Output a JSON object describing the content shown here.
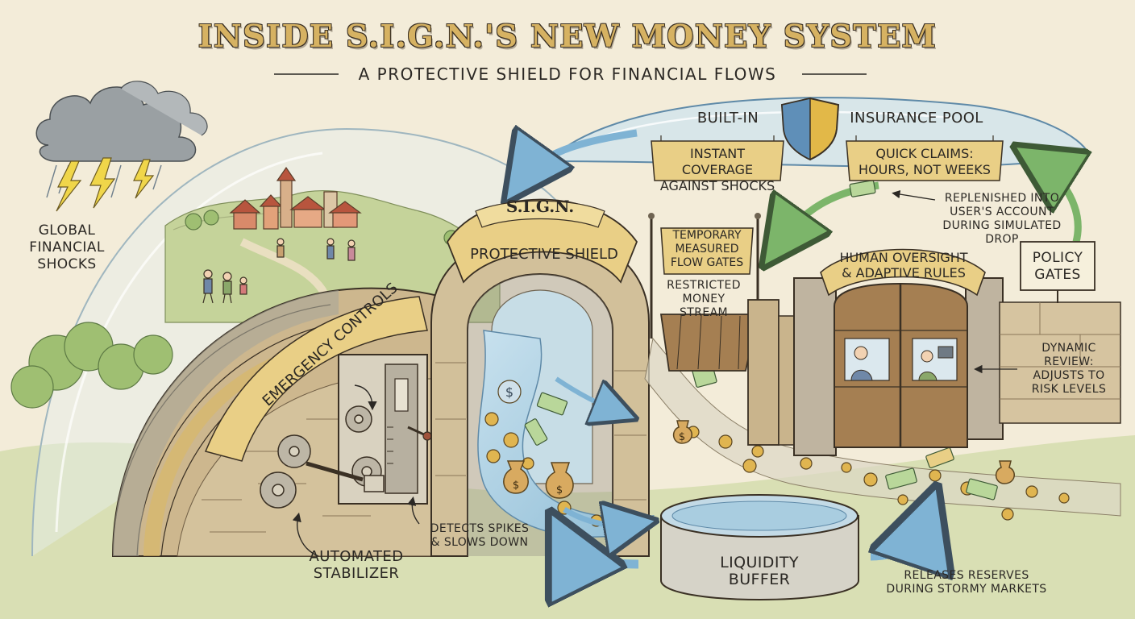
{
  "header": {
    "title": "INSIDE S.I.G.N.'S NEW MONEY SYSTEM",
    "subtitle": "A PROTECTIVE SHIELD FOR FINANCIAL FLOWS"
  },
  "labels": {
    "global_shocks": "GLOBAL\nFINANCIAL\nSHOCKS",
    "insurance_left": "BUILT-IN",
    "insurance_right": "INSURANCE POOL",
    "instant_coverage": "INSTANT COVERAGE\nAGAINST SHOCKS",
    "quick_claims": "QUICK CLAIMS:\nHOURS, NOT WEEKS",
    "replenished": "REPLENISHED INTO\nUSER'S ACCOUNT\nDURING SIMULATED\nDROP",
    "shield_line1": "S.I.G.N.",
    "shield_line2": "PROTECTIVE SHIELD",
    "flow_gates": "TEMPORARY\nMEASURED\nFLOW GATES",
    "restricted": "RESTRICTED\nMONEY\nSTREAM",
    "human_oversight": "HUMAN OVERSIGHT\n& ADAPTIVE RULES",
    "policy_gates": "POLICY\nGATES",
    "dynamic_review": "DYNAMIC\nREVIEW:\nADJUSTS TO\nRISK LEVELS",
    "emergency_controls": "EMERGENCY  CONTROLS",
    "detects_spikes": "DETECTS SPIKES\n& SLOWS DOWN",
    "automated_stabilizer": "AUTOMATED\nSTABILIZER",
    "liquidity_buffer": "LIQUIDITY\nBUFFER",
    "releases_reserves": "RELEASES RESERVES\nDURING STORMY MARKETS"
  },
  "colors": {
    "title_gold": "#d6b262",
    "banner": "#e9cf86",
    "stone": "#c9b48c",
    "water": "#a9cde0",
    "grass": "#b9cf8a",
    "storm": "#8f9598",
    "bolt": "#f0d64a",
    "shield_blue": "#5f8fb8",
    "shield_gold": "#e2b848",
    "wood": "#a57f52",
    "arrow_green": "#7cb56a",
    "arrow_blue": "#7fb3d4"
  },
  "icons": [
    "storm-cloud-icon",
    "lightning-icon",
    "shield-icon",
    "dollar-coin-icon",
    "money-bag-icon",
    "banknote-icon",
    "gear-icon",
    "lever-icon"
  ]
}
